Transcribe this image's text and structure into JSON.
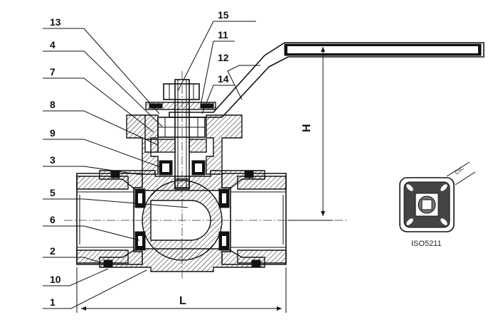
{
  "labels": [
    "13",
    "4",
    "7",
    "8",
    "9",
    "3",
    "5",
    "6",
    "2",
    "10",
    "1",
    "15",
    "11",
    "12",
    "14"
  ],
  "dimensions": {
    "length": "L",
    "height": "H"
  },
  "flange": {
    "standard": "ISO5211",
    "square": "CxC"
  }
}
